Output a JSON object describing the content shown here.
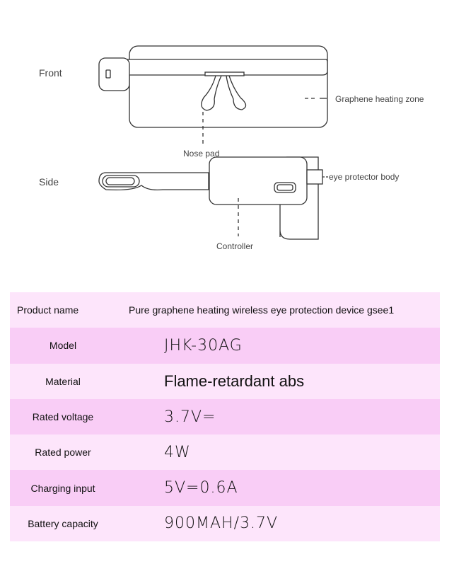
{
  "diagram": {
    "views": {
      "front": "Front",
      "side": "Side"
    },
    "labels": {
      "graphene_zone": "Graphene heating zone",
      "nose_pad": "Nose pad",
      "eye_protector_body": "eye protector body",
      "controller": "Controller"
    }
  },
  "specs": [
    {
      "key": "Product name",
      "value": "Pure graphene heating wireless eye protection device gsee1"
    },
    {
      "key": "Model",
      "value": "JHK-30AG"
    },
    {
      "key": "Material",
      "value": "Flame-retardant abs"
    },
    {
      "key": "Rated voltage",
      "value": "3.7V="
    },
    {
      "key": "Rated power",
      "value": "4W"
    },
    {
      "key": "Charging input",
      "value": "5V=0.6A"
    },
    {
      "key": "Battery capacity",
      "value": "900MAH/3.7V"
    }
  ],
  "colors": {
    "row_light": "#fde5fb",
    "row_dark": "#f9cdf6"
  }
}
